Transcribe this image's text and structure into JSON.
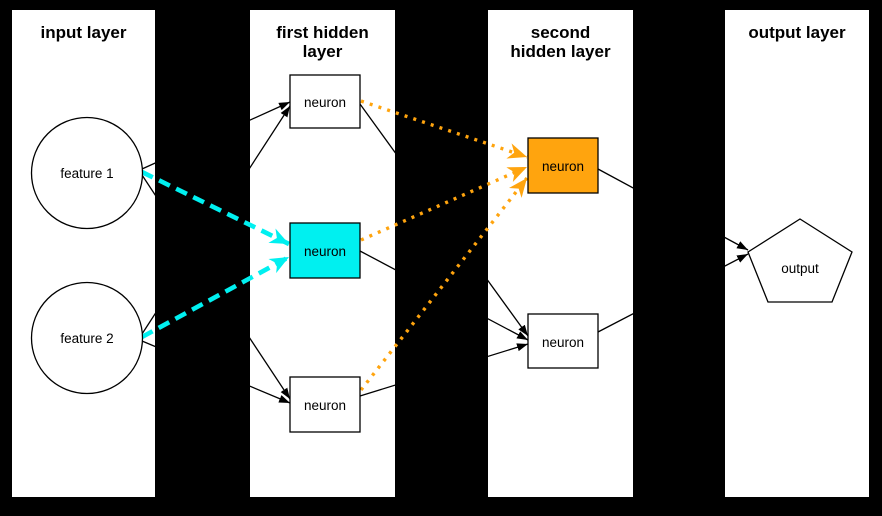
{
  "diagram": {
    "background_color": "#000000",
    "panel_color": "#ffffff",
    "accent_colors": {
      "highlight_cyan": "#00f0f0",
      "highlight_orange": "#ffa40e",
      "edge_black": "#000000"
    },
    "panels": [
      {
        "id": "input-layer",
        "title_lines": [
          "input layer"
        ]
      },
      {
        "id": "first-hidden-layer",
        "title_lines": [
          "first hidden",
          "layer"
        ]
      },
      {
        "id": "second-hidden-layer",
        "title_lines": [
          "second",
          "hidden layer"
        ]
      },
      {
        "id": "output-layer",
        "title_lines": [
          "output layer"
        ]
      }
    ],
    "nodes": {
      "feature1": {
        "label": "feature 1",
        "shape": "circle",
        "fill": "#ffffff"
      },
      "feature2": {
        "label": "feature 2",
        "shape": "circle",
        "fill": "#ffffff"
      },
      "hidden1_top": {
        "label": "neuron",
        "shape": "box",
        "fill": "#ffffff"
      },
      "hidden1_middle": {
        "label": "neuron",
        "shape": "box",
        "fill": "#00f0f0"
      },
      "hidden1_bottom": {
        "label": "neuron",
        "shape": "box",
        "fill": "#ffffff"
      },
      "hidden2_top": {
        "label": "neuron",
        "shape": "box",
        "fill": "#ffa40e"
      },
      "hidden2_bottom": {
        "label": "neuron",
        "shape": "box",
        "fill": "#ffffff"
      },
      "output": {
        "label": "output",
        "shape": "pentagon",
        "fill": "#ffffff"
      }
    },
    "edges": [
      {
        "from": "feature1",
        "to": "hidden1_top",
        "style": "solid",
        "color": "#000000"
      },
      {
        "from": "feature1",
        "to": "hidden1_middle",
        "style": "dashed",
        "color": "#00f0f0"
      },
      {
        "from": "feature1",
        "to": "hidden1_bottom",
        "style": "solid",
        "color": "#000000"
      },
      {
        "from": "feature2",
        "to": "hidden1_top",
        "style": "solid",
        "color": "#000000"
      },
      {
        "from": "feature2",
        "to": "hidden1_middle",
        "style": "dashed",
        "color": "#00f0f0"
      },
      {
        "from": "feature2",
        "to": "hidden1_bottom",
        "style": "solid",
        "color": "#000000"
      },
      {
        "from": "hidden1_top",
        "to": "hidden2_top",
        "style": "dotted",
        "color": "#ffa40e"
      },
      {
        "from": "hidden1_top",
        "to": "hidden2_bottom",
        "style": "solid",
        "color": "#000000"
      },
      {
        "from": "hidden1_middle",
        "to": "hidden2_top",
        "style": "dotted",
        "color": "#ffa40e"
      },
      {
        "from": "hidden1_middle",
        "to": "hidden2_bottom",
        "style": "solid",
        "color": "#000000"
      },
      {
        "from": "hidden1_bottom",
        "to": "hidden2_top",
        "style": "dotted",
        "color": "#ffa40e"
      },
      {
        "from": "hidden1_bottom",
        "to": "hidden2_bottom",
        "style": "solid",
        "color": "#000000"
      },
      {
        "from": "hidden2_top",
        "to": "output",
        "style": "solid",
        "color": "#000000"
      },
      {
        "from": "hidden2_bottom",
        "to": "output",
        "style": "solid",
        "color": "#000000"
      }
    ]
  }
}
